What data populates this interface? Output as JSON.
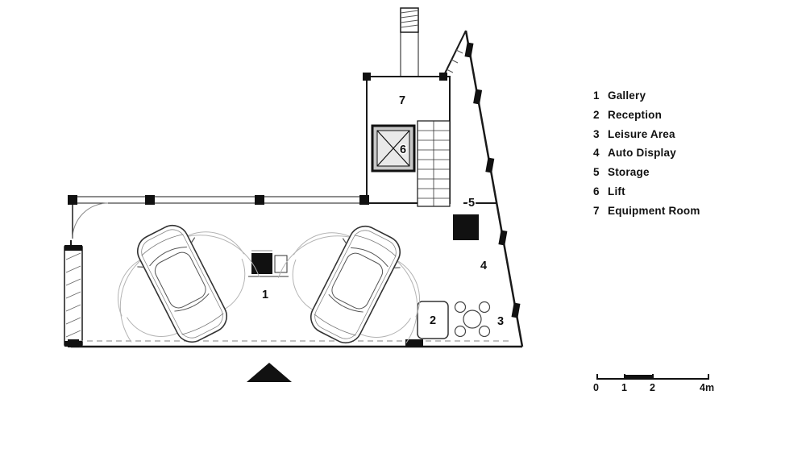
{
  "legend": {
    "items": [
      {
        "num": "1",
        "label": "Gallery"
      },
      {
        "num": "2",
        "label": "Reception"
      },
      {
        "num": "3",
        "label": "Leisure Area"
      },
      {
        "num": "4",
        "label": "Auto Display"
      },
      {
        "num": "5",
        "label": "Storage"
      },
      {
        "num": "6",
        "label": "Lift"
      },
      {
        "num": "7",
        "label": "Equipment Room"
      }
    ]
  },
  "plan": {
    "room_labels": {
      "gallery": "1",
      "reception": "2",
      "leisure": "3",
      "auto_display": "4",
      "storage": "5",
      "lift": "6",
      "equipment": "7"
    }
  },
  "scale_bar": {
    "labels": [
      "0",
      "1",
      "2",
      "4m"
    ]
  },
  "colors": {
    "line": "#1a1a1a",
    "background": "#ffffff",
    "muted": "#9a9a9a"
  }
}
